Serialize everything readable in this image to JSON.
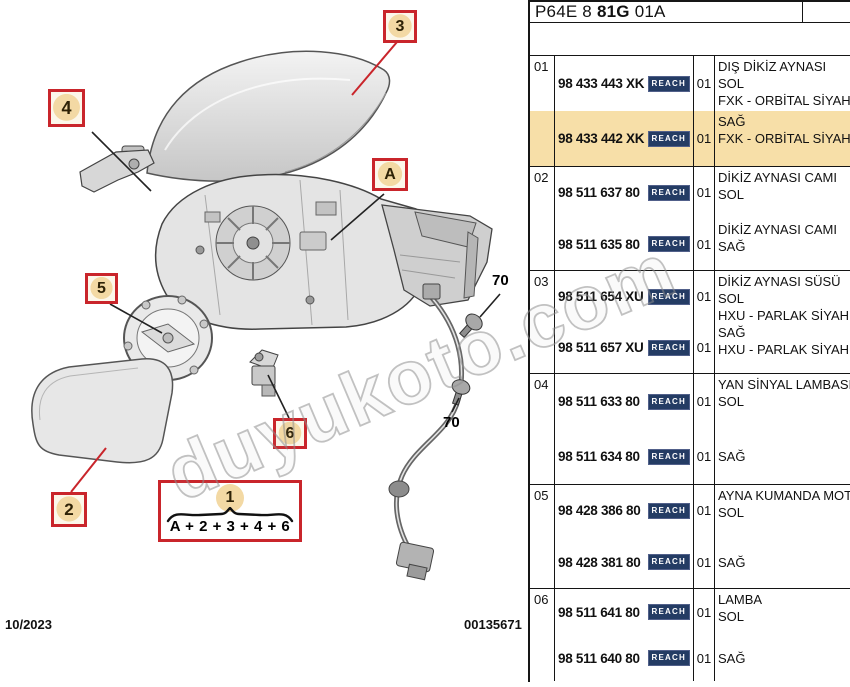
{
  "header": {
    "code_prefix": "P64E 8",
    "code_bold": "81G",
    "code_suffix": "01A"
  },
  "footer": {
    "date": "10/2023",
    "doc_number": "00135671"
  },
  "watermark": {
    "text": "duyukoto.com"
  },
  "colors": {
    "highlight": "#F7DFA8",
    "reach_badge": "#243C64",
    "callout_border": "#C9252B",
    "callout_circle": "#F3D9A4"
  },
  "diagram": {
    "callouts": [
      {
        "label": "3"
      },
      {
        "label": "4"
      },
      {
        "label": "A"
      },
      {
        "label": "5"
      },
      {
        "label": "6"
      },
      {
        "label": "2"
      }
    ],
    "legend": {
      "number": "1",
      "formula": "A + 2 + 3 + 4 + 6"
    },
    "bolts": [
      {
        "label": "70"
      },
      {
        "label": "70"
      }
    ]
  },
  "table": {
    "reach_label": "REACH",
    "rows": [
      {
        "ref": "01",
        "entries": [
          {
            "part": "98 433 443 XK",
            "reach": true,
            "qty": "01",
            "desc": [
              "DIŞ DİKİZ AYNASI",
              "SOL",
              "FXK - ORBİTAL SİYAHI"
            ],
            "highlighted": false
          },
          {
            "part": "98 433 442 XK",
            "reach": true,
            "qty": "01",
            "desc": [
              "SAĞ",
              "FXK - ORBİTAL SİYAHI"
            ],
            "highlighted": true
          }
        ]
      },
      {
        "ref": "02",
        "entries": [
          {
            "part": "98 511 637 80",
            "reach": true,
            "qty": "01",
            "desc": [
              "DİKİZ AYNASI CAMI",
              "SOL"
            ],
            "highlighted": false
          },
          {
            "part": "98 511 635 80",
            "reach": true,
            "qty": "01",
            "desc": [
              "DİKİZ AYNASI CAMI",
              "SAĞ"
            ],
            "highlighted": false
          }
        ]
      },
      {
        "ref": "03",
        "entries": [
          {
            "part": "98 511 654 XU",
            "reach": true,
            "qty": "01",
            "desc": [
              "DİKİZ AYNASI SÜSÜ",
              "SOL",
              "HXU - PARLAK SİYAH"
            ],
            "highlighted": false
          },
          {
            "part": "98 511 657 XU",
            "reach": true,
            "qty": "01",
            "desc": [
              "SAĞ",
              "HXU - PARLAK SİYAH"
            ],
            "highlighted": false
          }
        ]
      },
      {
        "ref": "04",
        "entries": [
          {
            "part": "98 511 633 80",
            "reach": true,
            "qty": "01",
            "desc": [
              "YAN SİNYAL LAMBASI",
              "SOL"
            ],
            "highlighted": false
          },
          {
            "part": "98 511 634 80",
            "reach": true,
            "qty": "01",
            "desc": [
              "SAĞ"
            ],
            "highlighted": false
          }
        ]
      },
      {
        "ref": "05",
        "entries": [
          {
            "part": "98 428 386 80",
            "reach": true,
            "qty": "01",
            "desc": [
              "AYNA KUMANDA MOTO",
              "SOL"
            ],
            "highlighted": false
          },
          {
            "part": "98 428 381 80",
            "reach": true,
            "qty": "01",
            "desc": [
              "SAĞ"
            ],
            "highlighted": false
          }
        ]
      },
      {
        "ref": "06",
        "entries": [
          {
            "part": "98 511 641 80",
            "reach": true,
            "qty": "01",
            "desc": [
              "LAMBA",
              "SOL"
            ],
            "highlighted": false
          },
          {
            "part": "98 511 640 80",
            "reach": true,
            "qty": "01",
            "desc": [
              "SAĞ"
            ],
            "highlighted": false
          }
        ]
      }
    ]
  }
}
